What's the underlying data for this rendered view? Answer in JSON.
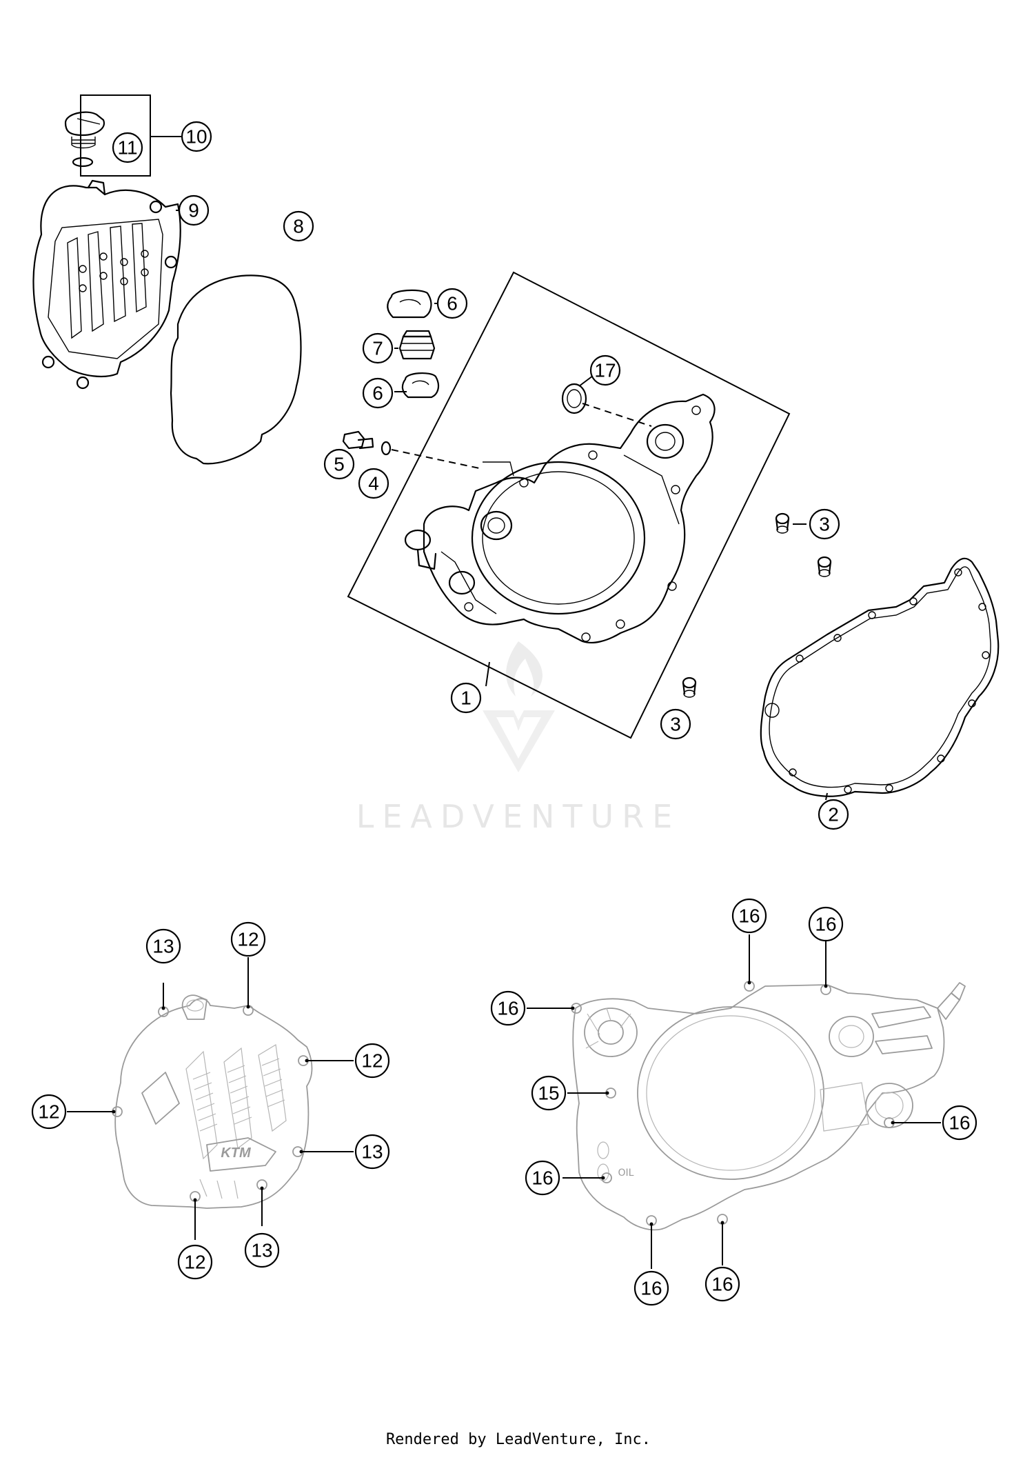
{
  "watermark": {
    "brand": "LEADVENTURE"
  },
  "footer": {
    "text": "Rendered by LeadVenture, Inc."
  },
  "callouts": {
    "c1": "1",
    "c2": "2",
    "c3a": "3",
    "c3b": "3",
    "c4": "4",
    "c5": "5",
    "c6a": "6",
    "c6b": "6",
    "c7": "7",
    "c8": "8",
    "c9": "9",
    "c10": "10",
    "c11": "11",
    "c17": "17",
    "l12a": "12",
    "l12b": "12",
    "l12c": "12",
    "l12d": "12",
    "l13a": "13",
    "l13b": "13",
    "l13c": "13",
    "r15": "15",
    "r16a": "16",
    "r16b": "16",
    "r16c": "16",
    "r16d": "16",
    "r16e": "16",
    "r16f": "16",
    "r16g": "16"
  },
  "cover_logo": "KTM",
  "oil_mark": "OIL",
  "colors": {
    "line": "#000000",
    "ghost": "#9a9a9a",
    "watermark": "#e6e6e6"
  }
}
